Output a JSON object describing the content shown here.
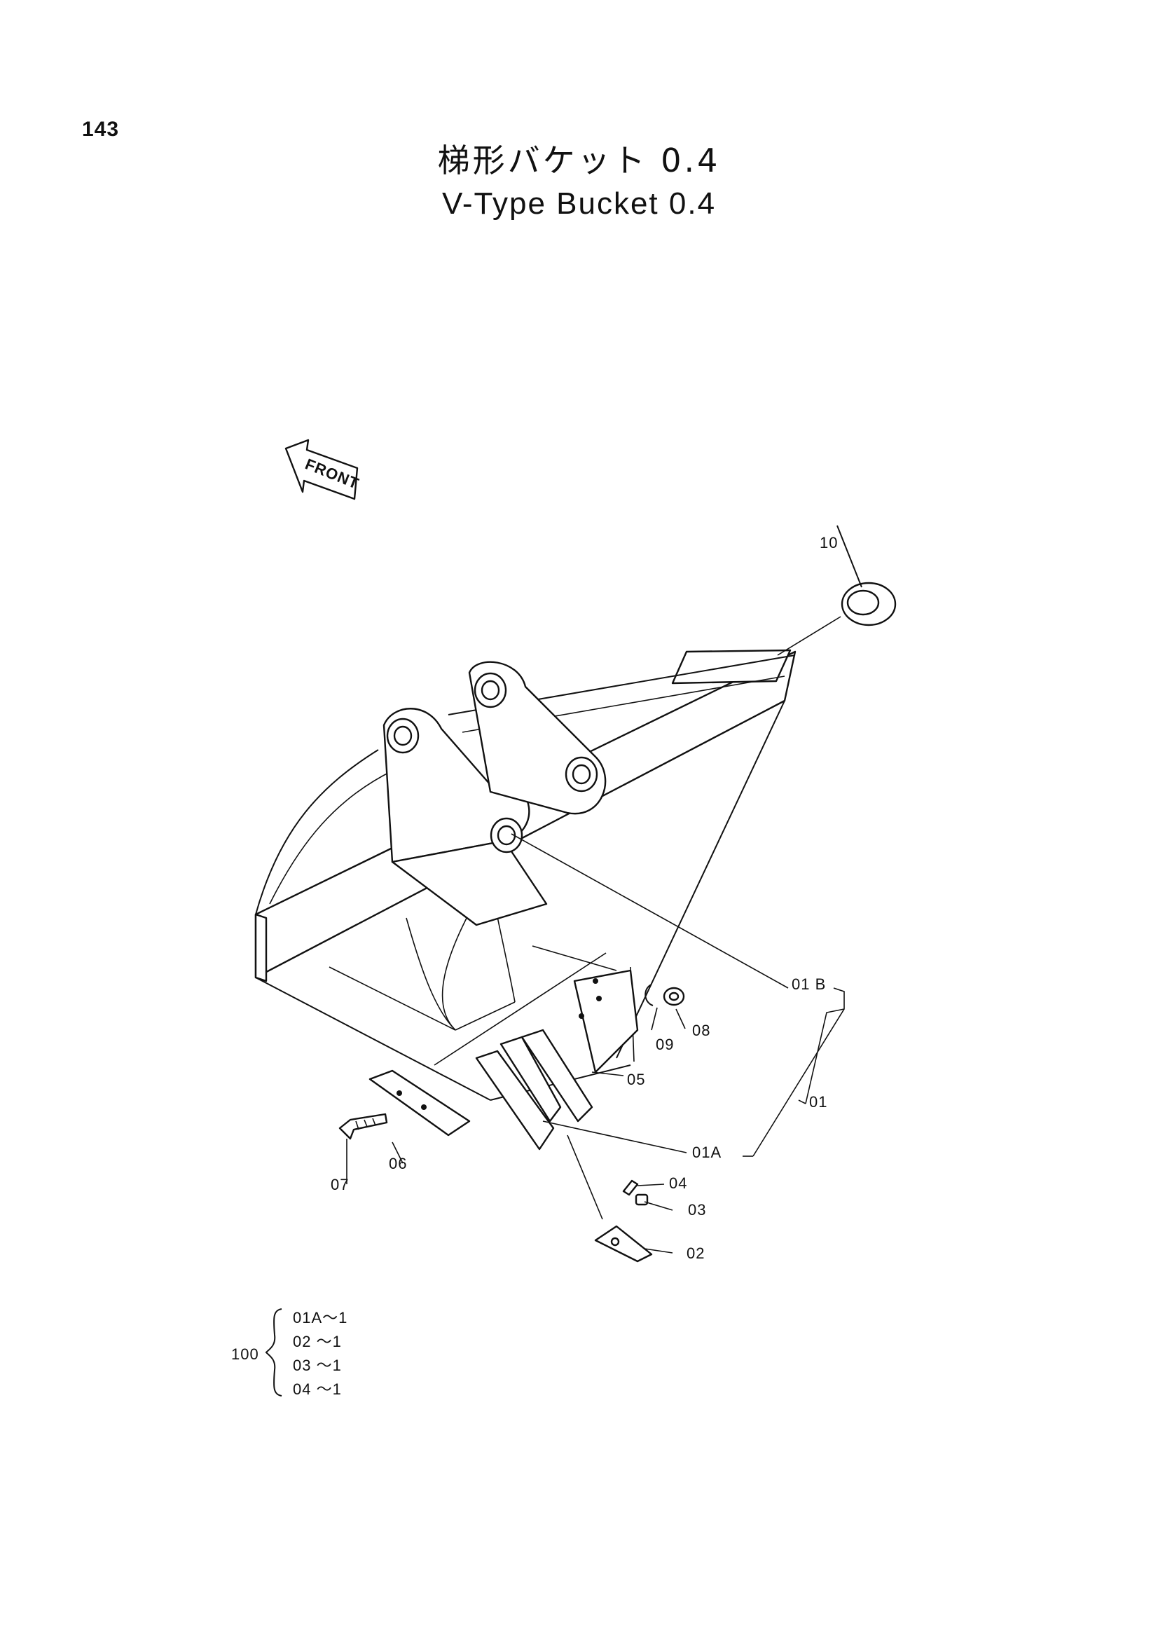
{
  "page_number": "143",
  "title_ja": "梯形バケット 0.4",
  "title_en": "V-Type Bucket 0.4",
  "front_arrow_label": "FRONT",
  "callouts": {
    "c10": "10",
    "c01B": "01 B",
    "c01": "01",
    "c01A": "01A",
    "c05": "05",
    "c06": "06",
    "c07": "07",
    "c08": "08",
    "c09": "09",
    "c02": "02",
    "c03": "03",
    "c04": "04"
  },
  "kit": {
    "label": "100",
    "rows": [
      "01A～1",
      "02 ～1",
      "03 ～1",
      "04 ～1"
    ]
  }
}
